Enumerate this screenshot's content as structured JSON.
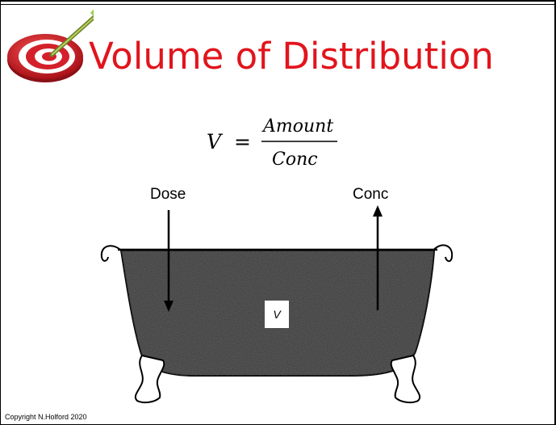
{
  "slide": {
    "title": "Volume of Distribution",
    "copyright": "Copyright N.Holford 2020"
  },
  "formula": {
    "lhs": "V",
    "equals": "=",
    "numerator": "Amount",
    "denominator": "Conc"
  },
  "diagram": {
    "dose_label": "Dose",
    "conc_label": "Conc",
    "volume_label": "V"
  },
  "colors": {
    "title": "#e2141c",
    "target_red": "#d4202a",
    "dart_green": "#7cb82f",
    "fluid": "#3a3a3a"
  },
  "icons": {
    "logo": "target-dart-icon"
  }
}
